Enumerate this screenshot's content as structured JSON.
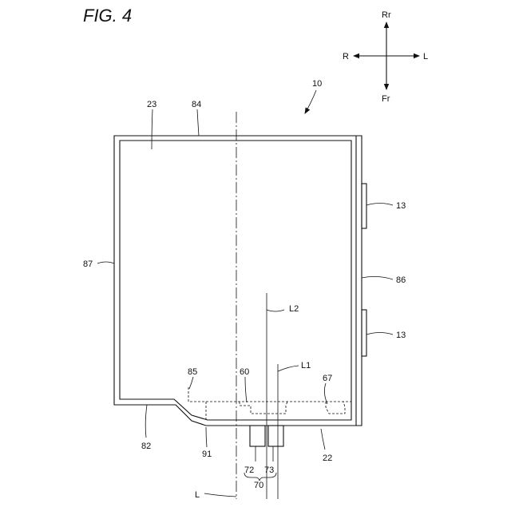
{
  "figure": {
    "title": "FIG. 4"
  },
  "compass": {
    "up": "Rr",
    "down": "Fr",
    "left": "R",
    "right": "L"
  },
  "labels": {
    "n10": "10",
    "n23": "23",
    "n84": "84",
    "n13a": "13",
    "n13b": "13",
    "n87": "87",
    "n86": "86",
    "nL2": "L2",
    "nL1": "L1",
    "n85": "85",
    "n60": "60",
    "n67": "67",
    "n82": "82",
    "n91": "91",
    "n22": "22",
    "n72": "72",
    "n73": "73",
    "n70": "70",
    "nL": "L"
  }
}
